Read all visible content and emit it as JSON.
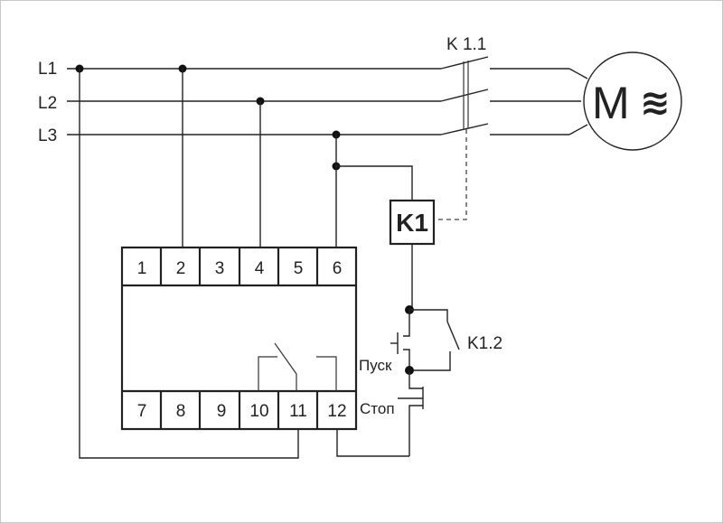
{
  "diagram": {
    "title": "Motor starter wiring with phase control relay",
    "phase_labels": [
      "L1",
      "L2",
      "L3"
    ],
    "contactor_main_label": "K 1.1",
    "contactor_coil_label": "K1",
    "contactor_aux_label": "K1.2",
    "motor": {
      "letter": "M",
      "symbol": "≋"
    },
    "start_button_label": "Пуск",
    "stop_button_label": "Стоп",
    "relay": {
      "top_terminals": [
        "1",
        "2",
        "3",
        "4",
        "5",
        "6"
      ],
      "bottom_terminals": [
        "7",
        "8",
        "9",
        "10",
        "11",
        "12"
      ]
    },
    "connections": [
      "L1 -> relay terminal 2",
      "L2 -> relay terminal 4",
      "L3 -> relay terminal 6",
      "L3 -> coil K1",
      "L1 -> relay terminal 11",
      "relay terminal 12 -> Стоп",
      "Стоп -> Пуск || K1.2 -> coil K1",
      "K 1.1 -> M"
    ],
    "colors": {
      "line": "#222222",
      "background": "#ffffff",
      "border": "#c8c8c8"
    }
  }
}
